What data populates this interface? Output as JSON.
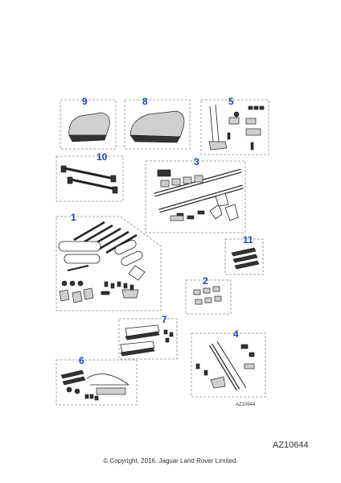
{
  "callouts": {
    "p1": "1",
    "p2": "2",
    "p3": "3",
    "p4": "4",
    "p5": "5",
    "p6": "6",
    "p7": "7",
    "p8": "8",
    "p9": "9",
    "p10": "10",
    "p11": "11"
  },
  "inner_ref": "AZ10644",
  "diagram_ref": "AZ10644",
  "copyright": "© Copyright, 2016. Jaguar Land Rover Limited.",
  "colors": {
    "callout": "#1f3fbf",
    "outline": "#8a8a8a"
  }
}
